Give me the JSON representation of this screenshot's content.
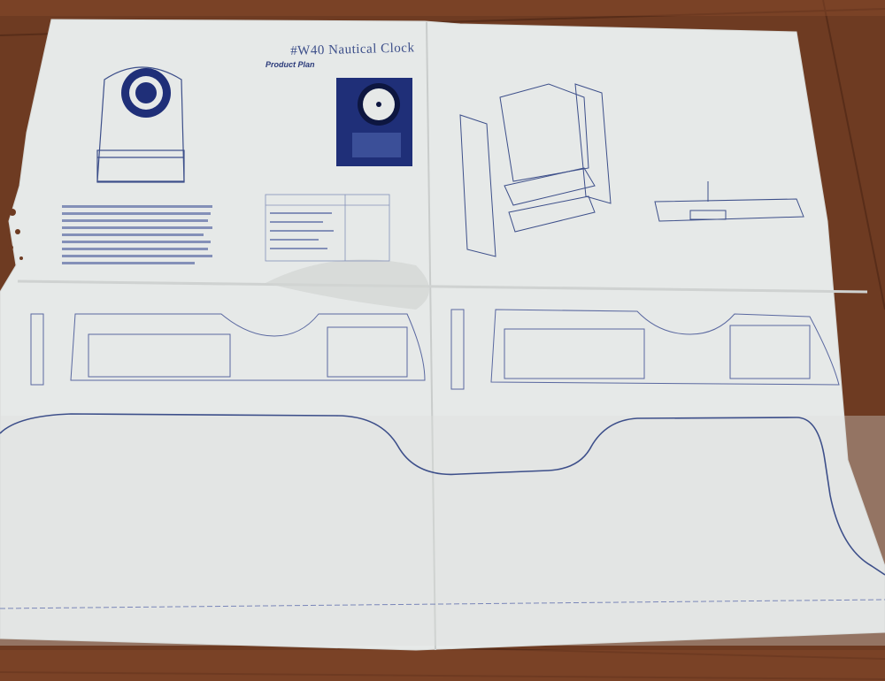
{
  "photo": {
    "subject": "Nautical clock woodworking plan sheet on wooden floor",
    "plan_title": "#W40  Nautical Clock",
    "brand": "Product Plan"
  },
  "colors": {
    "floor": "#6b3a22",
    "paper": "#e9ebea",
    "ink": "#3d4f8a",
    "clock_blue": "#1f2f78"
  }
}
